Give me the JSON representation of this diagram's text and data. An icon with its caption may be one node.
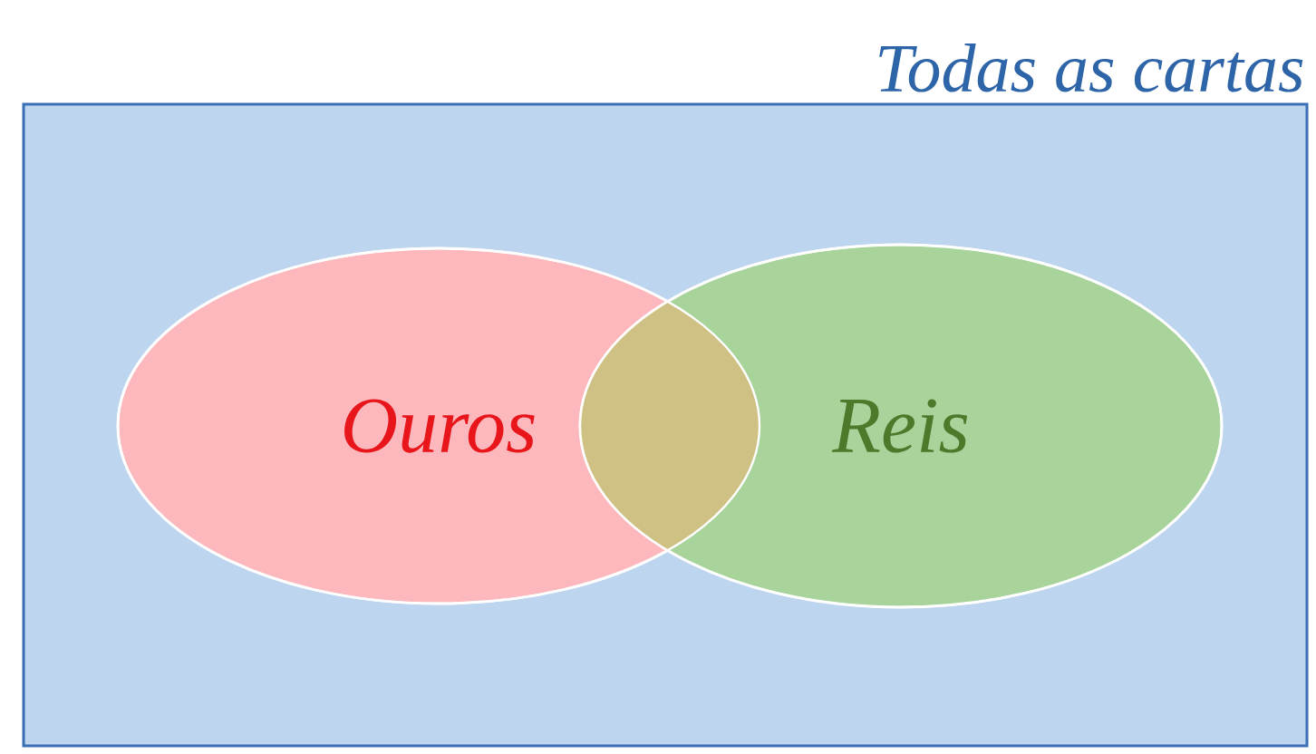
{
  "diagram": {
    "nodes": [
      {
        "text": [
          "Todas as cartas"
        ]
      },
      {
        "text": [
          "Ouros"
        ],
        "in": 0
      },
      {
        "text": [
          "Reis"
        ],
        "in": 0
      }
    ]
  }
}
